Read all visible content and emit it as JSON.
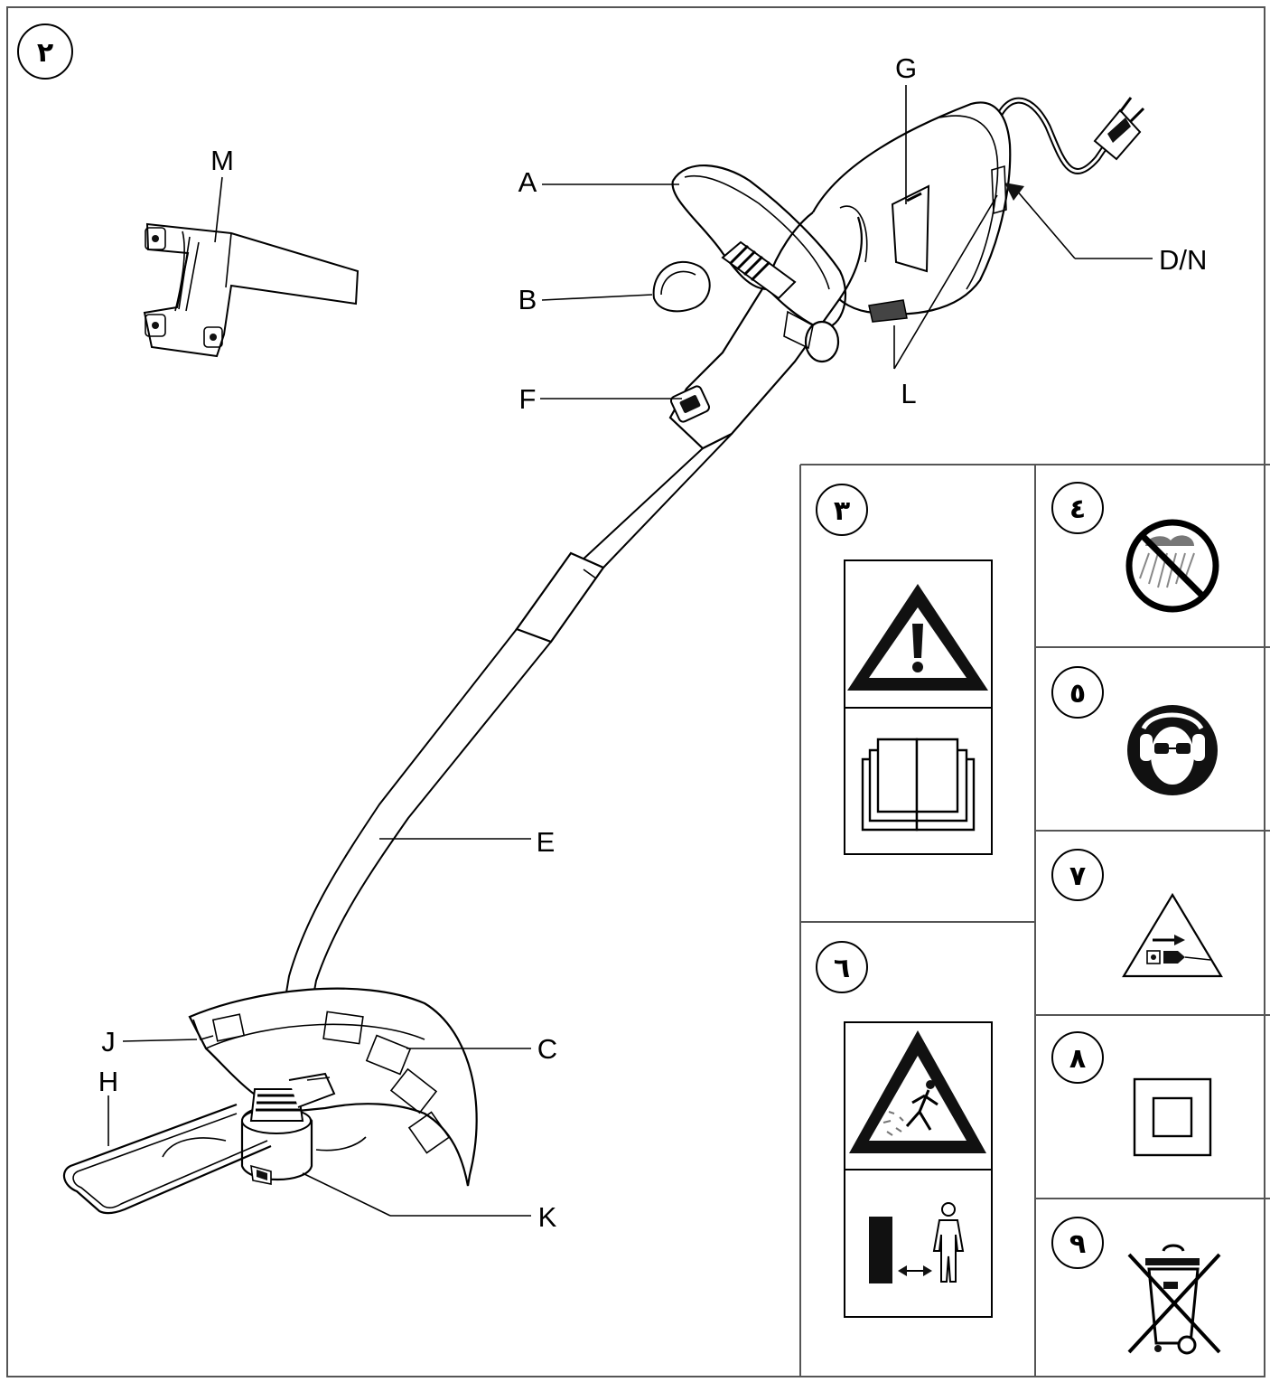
{
  "figure": {
    "badge": "٢",
    "part_labels": {
      "M": "M",
      "A": "A",
      "B": "B",
      "F": "F",
      "G": "G",
      "DN": "D/N",
      "L": "L",
      "E": "E",
      "J": "J",
      "H": "H",
      "C": "C",
      "K": "K"
    }
  },
  "symbols": {
    "s3": "٣",
    "s4": "٤",
    "s5": "٥",
    "s6": "٦",
    "s7": "٧",
    "s8": "٨",
    "s9": "٩"
  },
  "colors": {
    "line": "#000000",
    "frame": "#555555",
    "background": "#ffffff"
  }
}
